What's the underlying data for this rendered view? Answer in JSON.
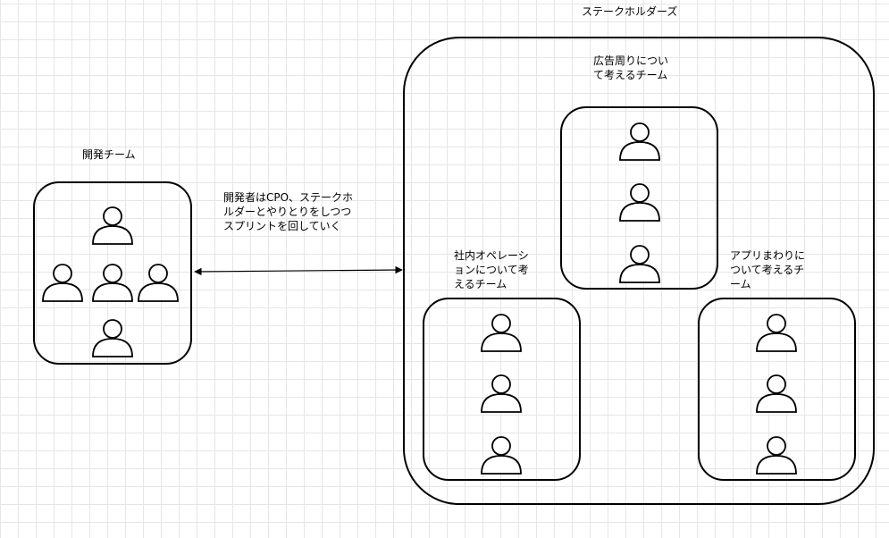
{
  "diagram": {
    "dev_team": {
      "title": "開発チーム",
      "members": [
        "person-icon",
        "person-icon",
        "person-icon",
        "person-icon",
        "person-icon"
      ]
    },
    "connector": {
      "label": "開発者はCPO、ステークホ\nルダーとやりとりをしつつ\nスプリントを回していく",
      "direction": "bidirectional"
    },
    "stakeholders": {
      "title": "ステークホルダーズ",
      "teams": [
        {
          "id": "ad",
          "title": "広告周りについ\nて考えるチーム",
          "members": [
            "person-icon",
            "person-icon",
            "person-icon"
          ]
        },
        {
          "id": "ops",
          "title": "社内オペレーシ\nョンについて考\nえるチーム",
          "members": [
            "person-icon",
            "person-icon",
            "person-icon"
          ]
        },
        {
          "id": "app",
          "title": "アプリまわりに\nついて考えるチ\nーム",
          "members": [
            "person-icon",
            "person-icon",
            "person-icon"
          ]
        }
      ]
    }
  }
}
